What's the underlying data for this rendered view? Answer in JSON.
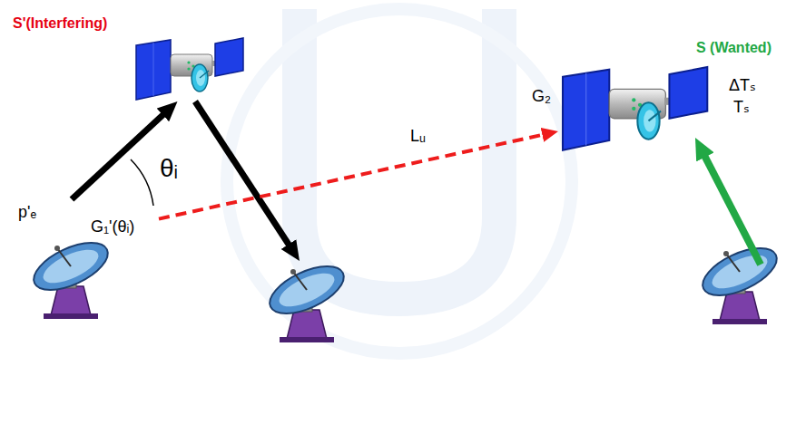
{
  "diagram": {
    "nodes": [
      {
        "text": [
          "S'(Interfering)"
        ]
      },
      {
        "text": [
          "S (Wanted)"
        ]
      },
      {
        "text": [
          "p'ₑ",
          "G₁'(θᵢ)"
        ]
      }
    ],
    "edges": [
      {
        "from": 2,
        "to": 0,
        "arrow": "to"
      },
      {
        "from": 2,
        "to": 1,
        "arrow": "to",
        "label": "Lᵤ"
      }
    ],
    "labels": [
      "ΔTₛ",
      "Tₛ",
      "G₂",
      "θᵢ"
    ]
  }
}
